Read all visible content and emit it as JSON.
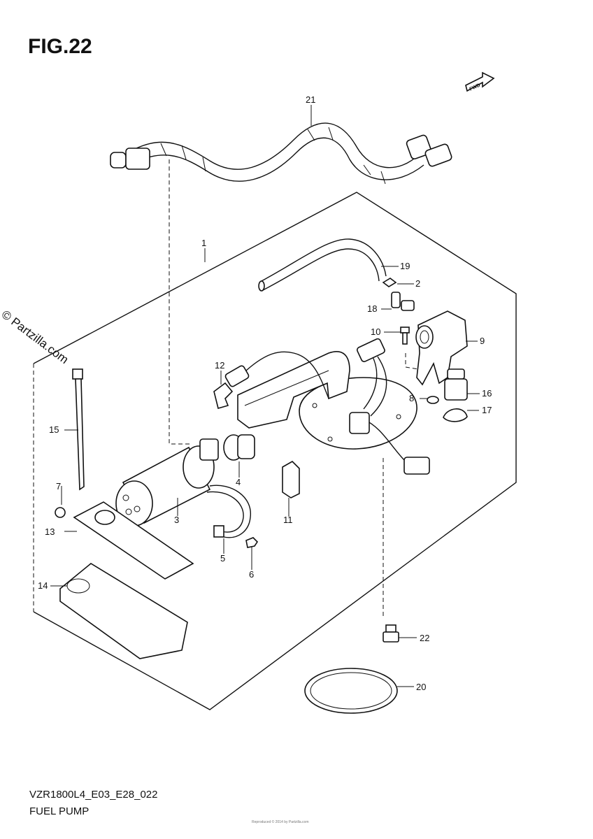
{
  "figure_title": "FIG.22",
  "model_code": "VZR1800L4_E03_E28_022",
  "section_name": "FUEL PUMP",
  "watermark": "© Partzilla.com",
  "fine_print": "Reproduced © 2014 by Partzilla.com",
  "fwd_badge": "FWD",
  "callouts": [
    "1",
    "2",
    "3",
    "4",
    "5",
    "6",
    "7",
    "8",
    "9",
    "10",
    "11",
    "12",
    "13",
    "14",
    "15",
    "16",
    "17",
    "18",
    "19",
    "20",
    "21",
    "22"
  ]
}
